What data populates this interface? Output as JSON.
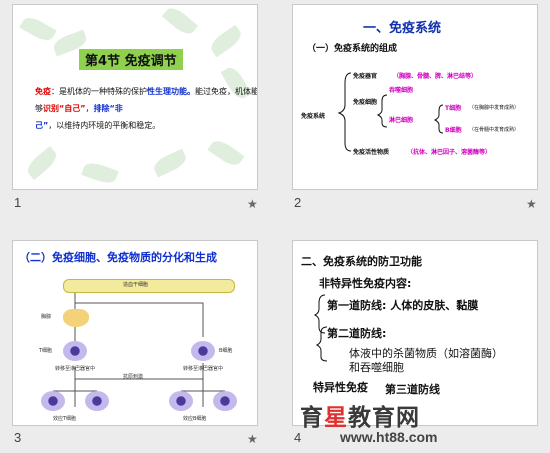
{
  "slides": [
    {
      "num": "1",
      "title": "第4节 免疫调节",
      "body": {
        "p1": "免疫",
        "p2": "：是机体的一种特殊的保护",
        "p3": "性生理功能。",
        "p4": "能过免疫，机体能够",
        "p5": "识别“自己”",
        "p6": "，",
        "p7": "排除“非",
        "p8": "己”",
        "p9": "，以维持内环境的平衡和稳定。"
      }
    },
    {
      "num": "2",
      "heading": "一、免疫系统",
      "sub": "（一）免疫系统的组成",
      "root": "免疫系统",
      "organs": "免疫器官",
      "organs_detail": "（胸腺、骨髓、脾、淋巴结等）",
      "cells": "免疫细胞",
      "phagocyte": "吞噬细胞",
      "lymphocyte": "淋巴细胞",
      "tcell": "T细胞",
      "tcell_note": "（在胸腺中发育成熟）",
      "bcell": "B细胞",
      "bcell_note": "（在骨髓中发育成熟）",
      "substances": "免疫活性物质",
      "substances_detail": "（抗体、淋巴因子、溶菌酶等）"
    },
    {
      "num": "3",
      "title": "（二）免疫细胞、免疫物质的分化和生成",
      "bone": "造血干细胞",
      "thymus": "胸腺",
      "tcell": "T细胞",
      "bcell": "B细胞",
      "left_caption": "转移至淋巴器官中",
      "right_caption": "转移至淋巴器官中",
      "antigen": "抗原刺激",
      "effector_t": "效应T细胞",
      "effector_b": "效应B细胞"
    },
    {
      "num": "4",
      "heading": "二、免疫系统的防卫功能",
      "nonspecific": "非特异性免疫内容:",
      "first_line": "第一道防线: 人体的皮肤、黏膜",
      "second_line": "第二道防线:",
      "second_detail_1": "体液中的杀菌物质（如溶菌酶）",
      "second_detail_2": "和吞噬细胞",
      "specific": "特异性免疫",
      "third_line": "第三道防线"
    }
  ],
  "star": "★",
  "watermark": {
    "part1": "育",
    "part2": "星",
    "part3": "教育网",
    "url": "www.ht88.com"
  }
}
